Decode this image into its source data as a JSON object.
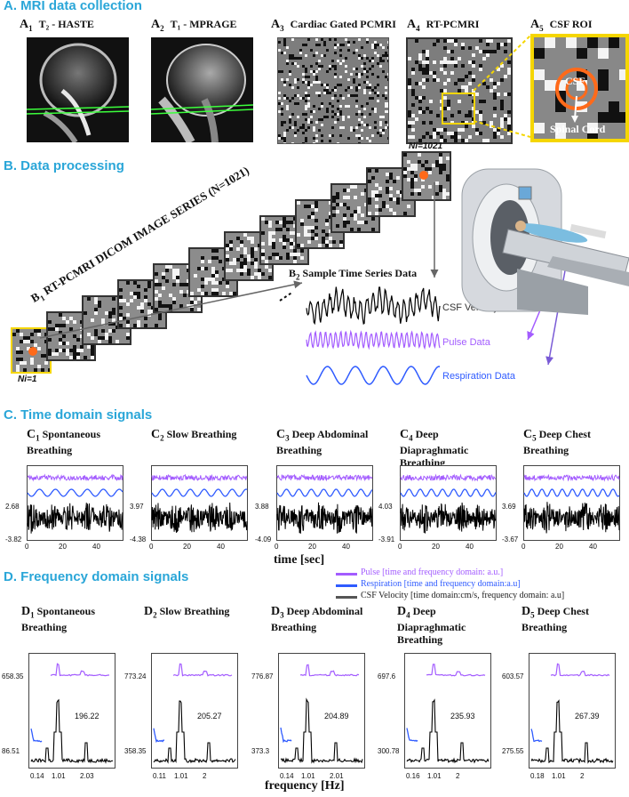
{
  "sections": {
    "a": "A. MRI data collection",
    "b": "B. Data processing",
    "c": "C. Time domain signals",
    "d": "D. Frequency domain signals"
  },
  "panel_a": {
    "a1": {
      "letter": "A",
      "sub": "1",
      "text": "T₂ - HASTE"
    },
    "a2": {
      "letter": "A",
      "sub": "2",
      "text": "T₁ - MPRAGE"
    },
    "a3": {
      "letter": "A",
      "sub": "3",
      "text": "Cardiac Gated PCMRI"
    },
    "a4": {
      "letter": "A",
      "sub": "4",
      "text": "RT-PCMRI"
    },
    "a5": {
      "letter": "A",
      "sub": "5",
      "text": "CSF ROI"
    },
    "csf": "CSF",
    "cord": "Spinal Cord"
  },
  "panel_b": {
    "series": {
      "letter": "B",
      "sub": "1",
      "text": "RT-PCMRI DICOM IMAGE SERIES (N=1021)"
    },
    "sample": {
      "letter": "B",
      "sub": "2",
      "text": "Sample Time Series Data"
    },
    "ni_last": "Ni=1021",
    "ni_first": "Ni=1",
    "csf_velocity": "CSF Velocity",
    "pulse": "Pulse Data",
    "resp": "Respiration Data"
  },
  "colors": {
    "pulse": "#a35cff",
    "resp": "#2f5bff",
    "csf": "#000000",
    "section": "#2aa6d8",
    "roi": "#f5d600",
    "ring": "#ff6a1a"
  },
  "panel_c": {
    "plots": [
      {
        "letter": "C",
        "sub": "1",
        "title": "Spontaneous Breathing",
        "ymax": "2.68",
        "ymin": "-3.82"
      },
      {
        "letter": "C",
        "sub": "2",
        "title": "Slow Breathing",
        "ymax": "3.97",
        "ymin": "-4.38"
      },
      {
        "letter": "C",
        "sub": "3",
        "title": "Deep Abdominal Breathing",
        "ymax": "3.88",
        "ymin": "-4.09"
      },
      {
        "letter": "C",
        "sub": "4",
        "title": "Deep Diapraghmatic Breathing",
        "ymax": "4.03",
        "ymin": "-3.91"
      },
      {
        "letter": "C",
        "sub": "5",
        "title": "Deep Chest Breathing",
        "ymax": "3.69",
        "ymin": "-3.67"
      }
    ],
    "xticks": [
      "0",
      "20",
      "40"
    ],
    "xlabel": "time [sec]"
  },
  "legend": {
    "pulse": "Pulse [time and frequency domain: a.u.]",
    "resp": "Respiration [time and frequency domain:a.u]",
    "csf": "CSF Velocity [time domain:cm/s, frequency domain: a.u]"
  },
  "panel_d": {
    "plots": [
      {
        "letter": "D",
        "sub": "1",
        "title": "Spontaneous Breathing",
        "ytop": "658.35",
        "ybot": "86.51",
        "peak": "196.22",
        "xt": [
          "0.14",
          "1.01",
          "2.03"
        ]
      },
      {
        "letter": "D",
        "sub": "2",
        "title": "Slow Breathing",
        "ytop": "773.24",
        "ybot": "358.35",
        "peak": "205.27",
        "xt": [
          "0.11",
          "1.01",
          "2"
        ]
      },
      {
        "letter": "D",
        "sub": "3",
        "title": "Deep Abdominal Breathing",
        "ytop": "776.87",
        "ybot": "373.3",
        "peak": "204.89",
        "xt": [
          "0.14",
          "1.01",
          "2.01"
        ]
      },
      {
        "letter": "D",
        "sub": "4",
        "title": "Deep Diapraghmatic Breathing",
        "ytop": "697.6",
        "ybot": "300.78",
        "peak": "235.93",
        "xt": [
          "0.16",
          "1.01",
          "2"
        ]
      },
      {
        "letter": "D",
        "sub": "5",
        "title": "Deep Chest Breathing",
        "ytop": "603.57",
        "ybot": "275.55",
        "peak": "267.39",
        "xt": [
          "0.18",
          "1.01",
          "2"
        ]
      }
    ],
    "xlabel": "frequency [Hz]"
  }
}
